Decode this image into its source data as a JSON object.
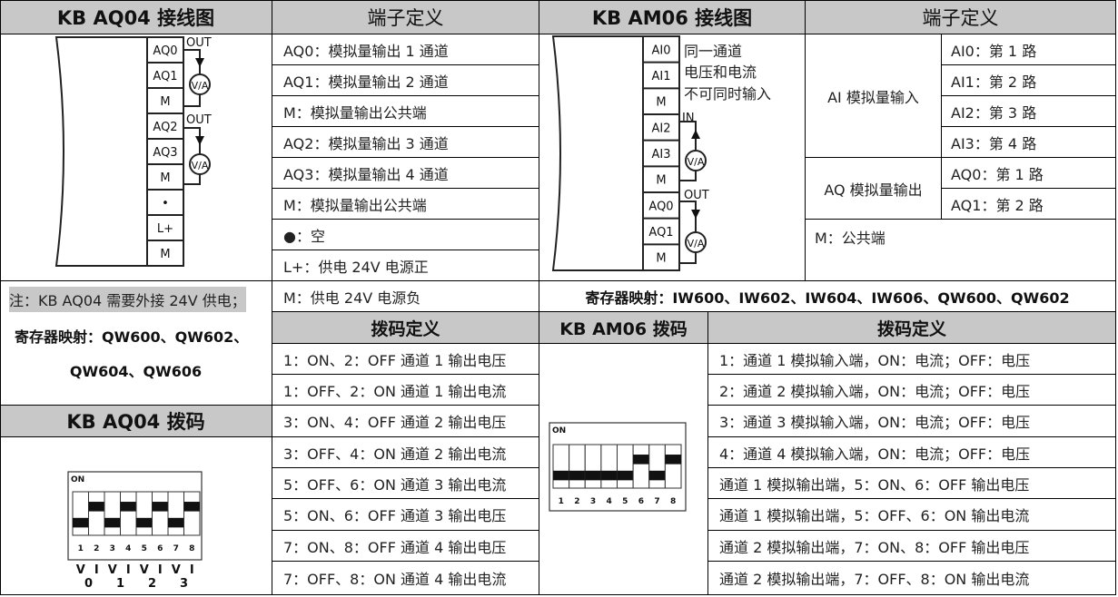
{
  "aq04": {
    "wiring_title": "KB AQ04 接线图",
    "terminal_title": "端子定义",
    "terminals": [
      "AQ0",
      "AQ1",
      "M",
      "AQ2",
      "AQ3",
      "M",
      "•",
      "L+",
      "M"
    ],
    "out_label": "OUT",
    "meter_label": "V/A",
    "definitions": [
      "AQ0：模拟量输出 1 通道",
      "AQ1：模拟量输出 2 通道",
      "M：模拟量输出公共端",
      "AQ2：模拟量输出 3 通道",
      "AQ3：模拟量输出 4 通道",
      "M：模拟量输出公共端",
      "●：空",
      "L+：供电 24V 电源正",
      "M：供电 24V 电源负"
    ],
    "note": "注：KB AQ04 需要外接 24V 供电；",
    "register_line1": "寄存器映射：QW600、QW602、",
    "register_line2": "QW604、QW606",
    "dip_title": "KB AQ04 拨码",
    "dip_def_title": "拨码定义",
    "dip_defs": [
      "1：ON、2：OFF 通道 1 输出电压",
      "1：OFF、2：ON 通道 1 输出电流",
      "3：ON、4：OFF 通道 2 输出电压",
      "3：OFF、4：ON 通道 2 输出电流",
      "5：OFF、6：ON 通道 3 输出电流",
      "5：ON、6：OFF 通道 3 输出电压",
      "7：ON、8：OFF 通道 4 输出电压",
      "7：OFF、8：ON 通道 4 输出电流"
    ],
    "dip": {
      "on_label": "ON",
      "numbers": [
        "1",
        "2",
        "3",
        "4",
        "5",
        "6",
        "7",
        "8"
      ],
      "states": [
        "off",
        "on",
        "off",
        "on",
        "off",
        "on",
        "off",
        "on"
      ],
      "vi_labels": [
        "V",
        "I",
        "V",
        "I",
        "V",
        "I",
        "V",
        "I"
      ],
      "channel_labels": [
        "0",
        "1",
        "2",
        "3"
      ]
    }
  },
  "am06": {
    "wiring_title": "KB AM06 接线图",
    "terminal_title": "端子定义",
    "terminals": [
      "AI0",
      "AI1",
      "M",
      "AI2",
      "AI3",
      "M",
      "AQ0",
      "AQ1",
      "M"
    ],
    "notice": [
      "同一通道",
      "电压和电流",
      "不可同时输入"
    ],
    "in_label": "IN",
    "out_label": "OUT",
    "meter_label": "V/A",
    "ai_group": "AI 模拟量输入",
    "ai_items": [
      "AI0：第 1 路",
      "AI1：第 2 路",
      "AI2：第 3 路",
      "AI3：第 4 路"
    ],
    "aq_group": "AQ 模拟量输出",
    "aq_items": [
      "AQ0：第 1 路",
      "AQ1：第 2 路"
    ],
    "common": "M：公共端",
    "register": "寄存器映射：IW600、IW602、IW604、IW606、QW600、QW602",
    "dip_title": "KB AM06 拨码",
    "dip_def_title": "拨码定义",
    "dip_defs": [
      "1：通道 1 模拟输入端，ON：电流；OFF：电压",
      "2：通道 2 模拟输入端，ON：电流；OFF：电压",
      "3：通道 3 模拟输入端，ON：电流；OFF：电压",
      "4：通道 4 模拟输入端，ON：电流；OFF：电压",
      "通道 1 模拟输出端，5：ON、6：OFF 输出电压",
      "通道 1 模拟输出端，5：OFF、6：ON 输出电流",
      "通道 2 模拟输出端，7：ON、8：OFF 输出电压",
      "通道 2 模拟输出端，7：OFF、8：ON 输出电流"
    ],
    "dip": {
      "on_label": "ON",
      "numbers": [
        "1",
        "2",
        "3",
        "4",
        "5",
        "6",
        "7",
        "8"
      ],
      "states": [
        "off",
        "off",
        "off",
        "off",
        "off",
        "on",
        "off",
        "on"
      ]
    }
  }
}
